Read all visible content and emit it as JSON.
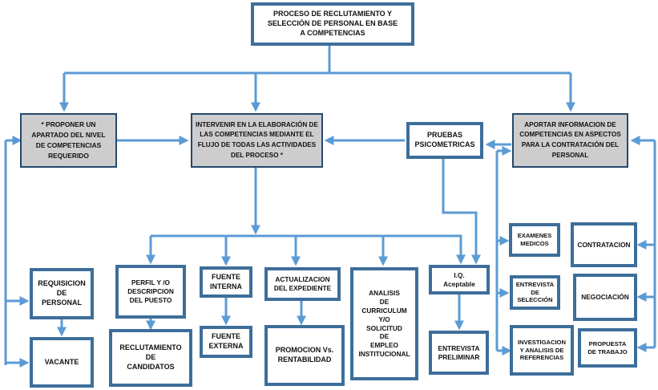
{
  "diagram": {
    "title": "PROCESO DE RECLUTAMIENTO Y\nSELECCIÓN DE PERSONAL EN BASE\nA COMPETENCIAS",
    "connector_color": "#5b9bd5",
    "box_border_color": "#3d6e9a",
    "gray_fill": "#cdcdcd",
    "nodes": {
      "proponer": "* PROPONER UN\nAPARTADO DEL NIVEL\nDE COMPETENCIAS\nREQUERIDO",
      "intervenir": "INTERVENIR EN LA ELABORACIÓN DE\nLAS COMPETENCIAS  MEDIANTE EL\nFLUJO DE TODAS LAS ACTIVIDADES\nDEL PROCESO *",
      "pruebas": "PRUEBAS\nPSICOMETRICAS",
      "aportar": "APORTAR INFORMACION  DE\nCOMPETENCIAS EN ASPECTOS\nPARA LA CONTRATACIÓN DEL\nPERSONAL",
      "requisicion": "REQUISICION\nDE\nPERSONAL",
      "vacante": "VACANTE",
      "perfil": "PERFIL Y /O\nDESCRIPCION\nDEL PUESTO",
      "reclutamiento": "RECLUTAMIENTO\nDE\nCANDIDATOS",
      "fuente_interna": "FUENTE\nINTERNA",
      "fuente_externa": "FUENTE\nEXTERNA",
      "actualizacion": "ACTUALIZACION\nDEL EXPEDIENTE",
      "promocion": "PROMOCION Vs.\nRENTABILIDAD",
      "analisis": "ANALISIS\nDE\nCURRICULUM\nY/O\nSOLICITUD\nDE\nEMPLEO\nINSTITUCIONAL",
      "iq": "I.Q.\nAceptable",
      "entrevista_preliminar": "ENTREVISTA\nPRELIMINAR",
      "examenes": "EXAMENES\nMEDICOS",
      "entrevista_seleccion": "ENTREVISTA\nDE\nSELECCIÓN",
      "investigacion": "INVESTIGACION\nY ANALISIS DE\nREFERENCIAS",
      "contratacion": "CONTRATACION",
      "negociacion": "NEGOCIACIÓN",
      "propuesta": "PROPUESTA\nDE TRABAJO"
    }
  }
}
